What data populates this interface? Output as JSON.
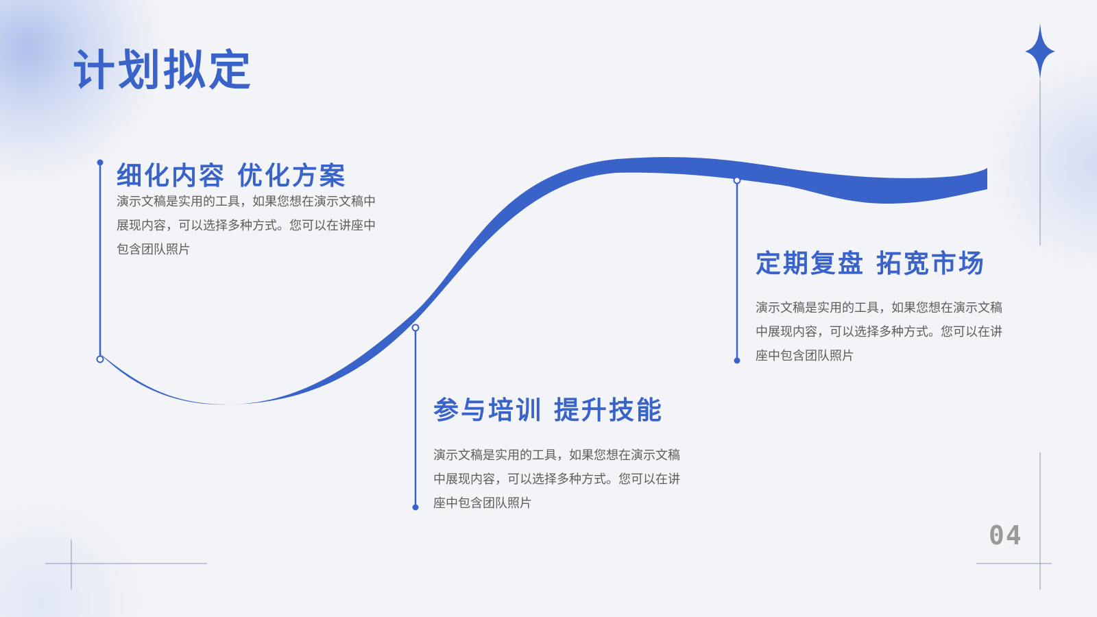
{
  "title": "计划拟定",
  "blocks": [
    {
      "heading": "细化内容  优化方案",
      "body": "演示文稿是实用的工具，如果您想在演示文稿中展现内容，可以选择多种方式。您可以在讲座中包含团队照片"
    },
    {
      "heading": "参与培训  提升技能",
      "body": "演示文稿是实用的工具，如果您想在演示文稿中展现内容，可以选择多种方式。您可以在讲座中包含团队照片"
    },
    {
      "heading": "定期复盘  拓宽市场",
      "body": "演示文稿是实用的工具，如果您想在演示文稿中展现内容，可以选择多种方式。您可以在讲座中包含团队照片"
    }
  ],
  "page_number": "04",
  "colors": {
    "accent": "#3a63c9",
    "body_text": "#5d5d5d",
    "page_number": "#9a9a9a",
    "background": "#f3f4f7"
  },
  "icons": [
    "sparkle-star-icon"
  ]
}
